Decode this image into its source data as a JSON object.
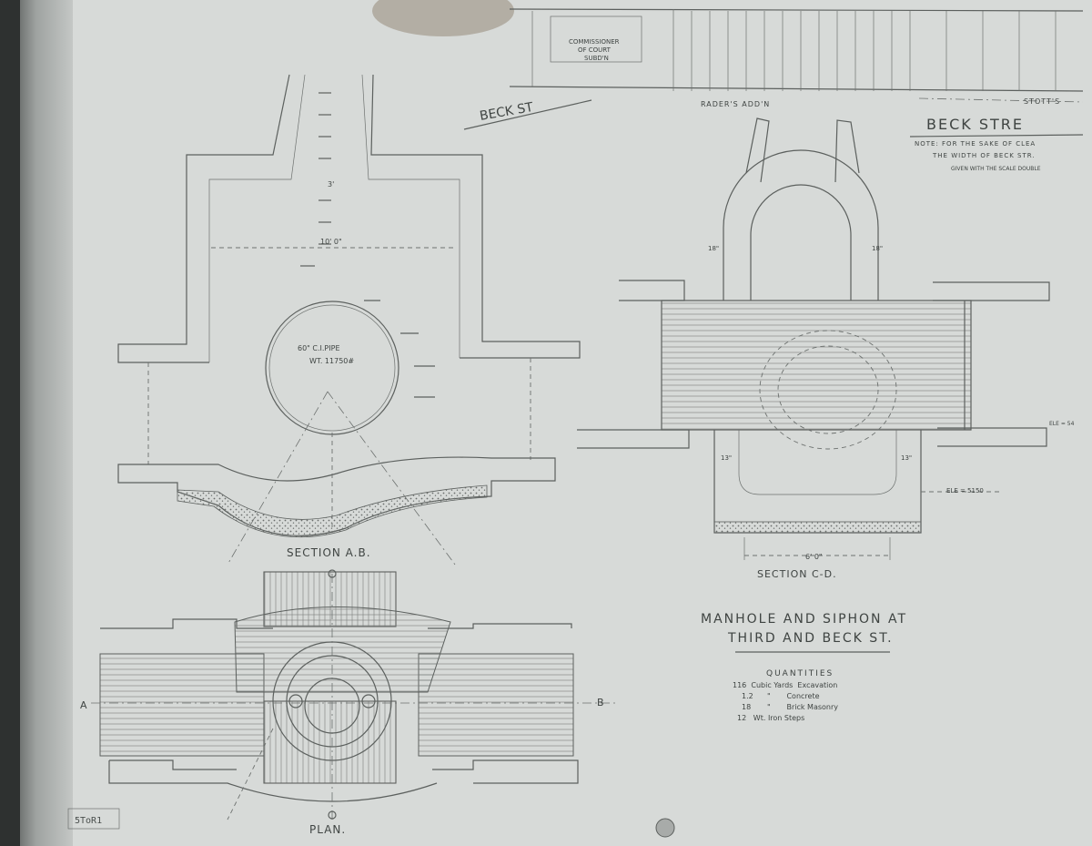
{
  "labels": {
    "section_ab": "SECTION A.B.",
    "section_cd": "SECTION   C-D.",
    "plan": "PLAN.",
    "beck_st": "BECK   ST",
    "beck_street": "BECK   STRE",
    "rader_add": "RADER'S    ADD'N",
    "stotts": "STOTT'S",
    "point_a": "A",
    "point_b": "B",
    "pipe_line1": "60\" C.I.PIPE",
    "pipe_line2": "WT. 11750#",
    "commissioner": "COMMISSIONER",
    "of_court": "OF COURT",
    "subdiv": "SUBD'N",
    "dim_10_0": "10' 0\"",
    "dim_6_0": "6' 0\"",
    "dim_3": "3'",
    "dim_13_l": "13\"",
    "dim_13_r": "13\"",
    "dim_18_l": "18\"",
    "dim_18_r": "18\"",
    "elev_5150": "ELE = 5150",
    "elev_54": "ELE = 54",
    "stamp": "5ToR1"
  },
  "note": {
    "line1": "NOTE: FOR THE SAKE OF CLEA",
    "line2": "THE WIDTH OF BECK STR.",
    "line3": "GIVEN WITH THE SCALE DOUBLE"
  },
  "title": {
    "line1": "MANHOLE AND SIPHON AT",
    "line2": "THIRD AND BECK ST."
  },
  "quantities": {
    "heading": "QUANTITIES",
    "rows": [
      "116  Cubic Yards  Excavation",
      "1.2      \"       Concrete",
      "18       \"       Brick Masonry",
      "12   Wt. Iron Steps"
    ]
  }
}
